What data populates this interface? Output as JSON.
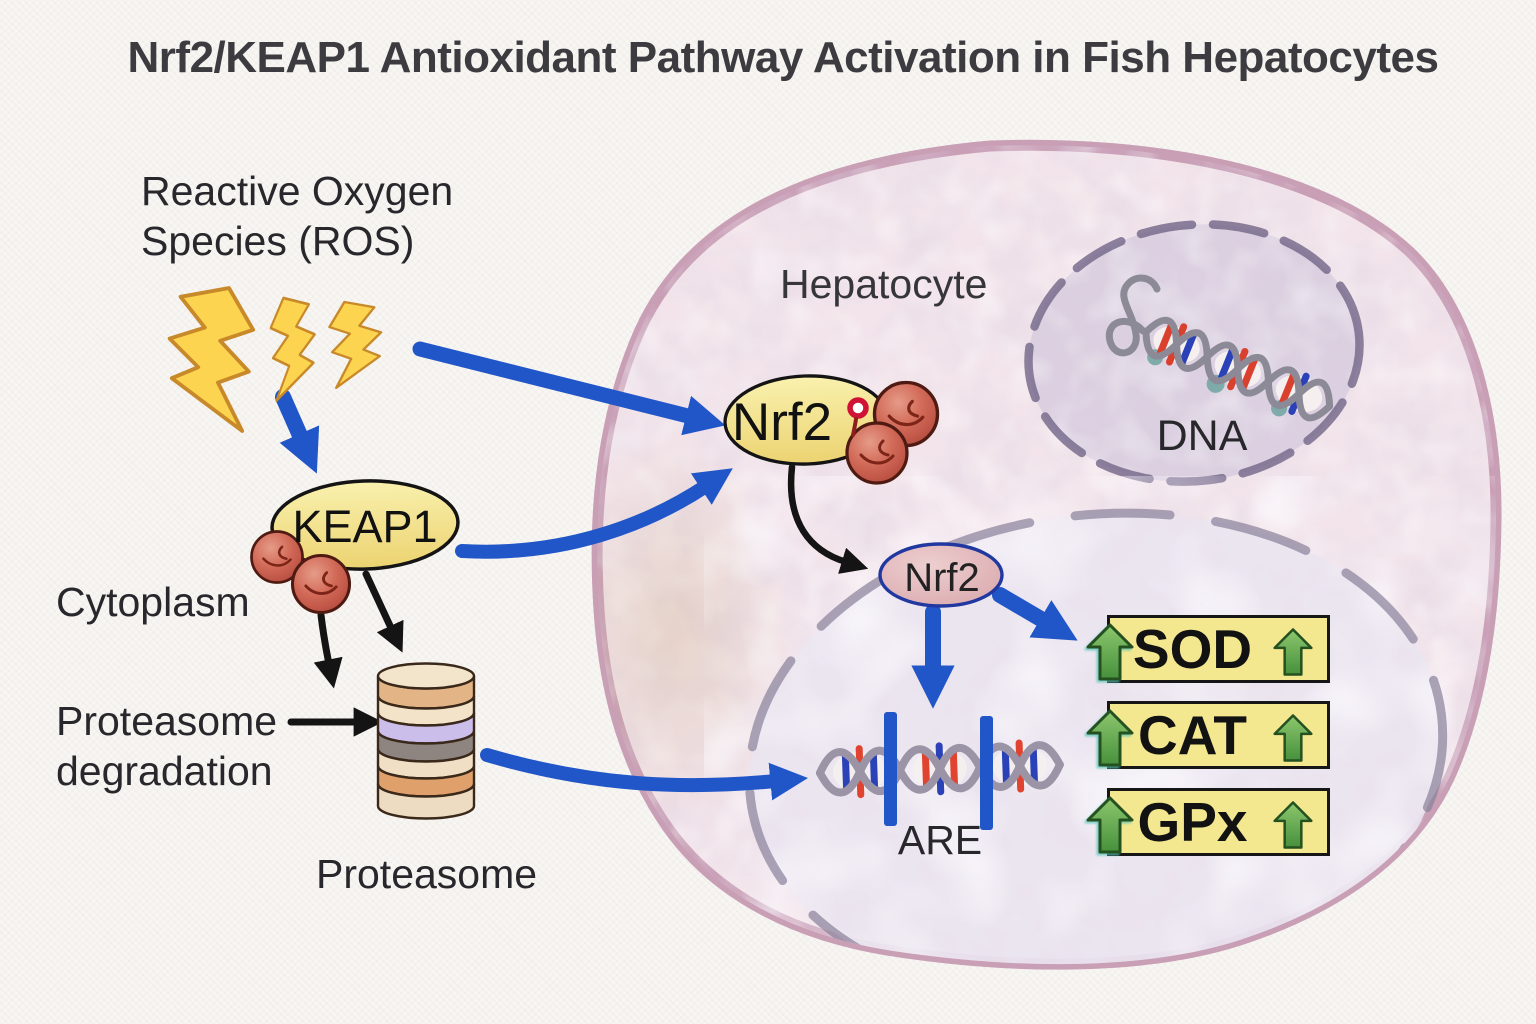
{
  "title": "Nrf2/KEAP1 Antioxidant Pathway Activation in Fish Hepatocytes",
  "labels": {
    "ros": "Reactive Oxygen\nSpecies (ROS)",
    "cytoplasm": "Cytoplasm",
    "proteasome_degradation": "Proteasome\ndegradation",
    "proteasome": "Proteasome",
    "hepatocyte": "Hepatocyte",
    "dna": "DNA",
    "are": "ARE"
  },
  "proteins": {
    "keap1": "KEAP1",
    "nrf2": "Nrf2"
  },
  "genes": [
    {
      "label": "SOD"
    },
    {
      "label": "CAT"
    },
    {
      "label": "GPx"
    }
  ],
  "colors": {
    "arrow_blue": "#2156C8",
    "protein_yellow": "#F5E88E",
    "enzyme_box_yellow": "#F3E88F",
    "up_arrow_green": "#53973F",
    "stress_red": "#C2503F",
    "cell_pink": "#F2E4EA",
    "nucleus_lavender": "#DCD1E1",
    "bolt_yellow": "#FCD44F"
  }
}
